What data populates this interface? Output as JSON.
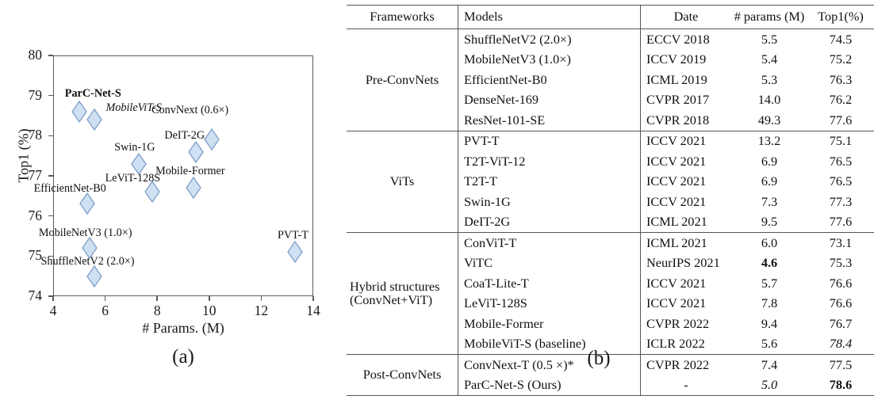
{
  "figure": {
    "caption_a": "(a)",
    "caption_b": "(b)"
  },
  "chart_data": {
    "type": "scatter",
    "title": "",
    "xlabel": "# Params. (M)",
    "ylabel": "Top1 (%)",
    "xlim": [
      4,
      14
    ],
    "ylim": [
      74,
      80
    ],
    "xticks": [
      4,
      6,
      8,
      10,
      12,
      14
    ],
    "yticks": [
      74,
      75,
      76,
      77,
      78,
      79,
      80
    ],
    "grid": false,
    "legend": "none",
    "marker": "diamond",
    "marker_fill": "#cfe0f3",
    "marker_edge": "#7d9ec9",
    "points": [
      {
        "label": "ParC-Net-S",
        "x": 5.0,
        "y": 78.6,
        "style": "bold",
        "label_dx": -18,
        "label_dy": -30
      },
      {
        "label": "MobileViT-S",
        "x": 5.6,
        "y": 78.4,
        "style": "italic",
        "label_dx": 14,
        "label_dy": -22
      },
      {
        "label": "ConvNext (0.6×)",
        "x": 10.1,
        "y": 77.9,
        "style": "normal",
        "label_dx": -76,
        "label_dy": -44
      },
      {
        "label": "DeIT-2G",
        "x": 9.5,
        "y": 77.6,
        "style": "normal",
        "label_dx": -40,
        "label_dy": -28
      },
      {
        "label": "Swin-1G",
        "x": 7.3,
        "y": 77.3,
        "style": "normal",
        "label_dx": -31,
        "label_dy": -28
      },
      {
        "label": "Mobile-Former",
        "x": 9.4,
        "y": 76.7,
        "style": "normal",
        "label_dx": -48,
        "label_dy": -28
      },
      {
        "label": "LeViT-128S",
        "x": 7.8,
        "y": 76.6,
        "style": "normal",
        "label_dx": -59,
        "label_dy": -24
      },
      {
        "label": "EfficientNet-B0",
        "x": 5.3,
        "y": 76.3,
        "style": "normal",
        "label_dx": -67,
        "label_dy": -26
      },
      {
        "label": "MobileNetV3 (1.0×)",
        "x": 5.4,
        "y": 75.2,
        "style": "normal",
        "label_dx": -64,
        "label_dy": -26
      },
      {
        "label": "ShuffleNetV2 (2.0×)",
        "x": 5.6,
        "y": 74.5,
        "style": "normal",
        "label_dx": -68,
        "label_dy": -26
      },
      {
        "label": "PVT-T",
        "x": 13.3,
        "y": 75.1,
        "style": "normal",
        "label_dx": -22,
        "label_dy": -28
      }
    ]
  },
  "table": {
    "headers": [
      "Frameworks",
      "Models",
      "Date",
      "# params (M)",
      "Top1(%)"
    ],
    "groups": [
      {
        "framework": "Pre-ConvNets",
        "rows": [
          {
            "model": "ShuffleNetV2 (2.0×)",
            "date": "ECCV 2018",
            "params": "5.5",
            "top1": "74.5"
          },
          {
            "model": "MobileNetV3 (1.0×)",
            "date": "ICCV 2019",
            "params": "5.4",
            "top1": "75.2"
          },
          {
            "model": "EfficientNet-B0",
            "date": "ICML 2019",
            "params": "5.3",
            "top1": "76.3"
          },
          {
            "model": "DenseNet-169",
            "date": "CVPR 2017",
            "params": "14.0",
            "top1": "76.2"
          },
          {
            "model": "ResNet-101-SE",
            "date": "CVPR 2018",
            "params": "49.3",
            "top1": "77.6"
          }
        ]
      },
      {
        "framework": "ViTs",
        "rows": [
          {
            "model": "PVT-T",
            "date": "ICCV 2021",
            "params": "13.2",
            "top1": "75.1"
          },
          {
            "model": "T2T-ViT-12",
            "date": "ICCV 2021",
            "params": "6.9",
            "top1": "76.5"
          },
          {
            "model": "T2T-T",
            "date": "ICCV 2021",
            "params": "6.9",
            "top1": "76.5"
          },
          {
            "model": "Swin-1G",
            "date": "ICCV 2021",
            "params": "7.3",
            "top1": "77.3"
          },
          {
            "model": "DeIT-2G",
            "date": "ICML 2021",
            "params": "9.5",
            "top1": "77.6"
          }
        ]
      },
      {
        "framework": "Hybrid structures (ConvNet+ViT)",
        "framework_line1": "Hybrid structures",
        "framework_line2": "(ConvNet+ViT)",
        "rows": [
          {
            "model": "ConViT-T",
            "date": "ICML 2021",
            "params": "6.0",
            "top1": "73.1"
          },
          {
            "model": "ViTC",
            "date": "NeurIPS 2021",
            "params": "4.6",
            "top1": "75.3",
            "params_style": "bold"
          },
          {
            "model": "CoaT-Lite-T",
            "date": "ICCV 2021",
            "params": "5.7",
            "top1": "76.6"
          },
          {
            "model": "LeViT-128S",
            "date": "ICCV 2021",
            "params": "7.8",
            "top1": "76.6"
          },
          {
            "model": "Mobile-Former",
            "date": "CVPR 2022",
            "params": "9.4",
            "top1": "76.7"
          },
          {
            "model": "MobileViT-S (baseline)",
            "date": "ICLR 2022",
            "params": "5.6",
            "top1": "78.4",
            "top1_style": "italic"
          }
        ]
      },
      {
        "framework": "Post-ConvNets",
        "rows": [
          {
            "model": "ConvNext-T (0.5 ×)*",
            "date": "CVPR 2022",
            "params": "7.4",
            "top1": "77.5"
          },
          {
            "model": "ParC-Net-S  (Ours)",
            "date": "-",
            "params": "5.0",
            "top1": "78.6",
            "params_style": "italic",
            "top1_style": "bold"
          }
        ]
      }
    ]
  }
}
